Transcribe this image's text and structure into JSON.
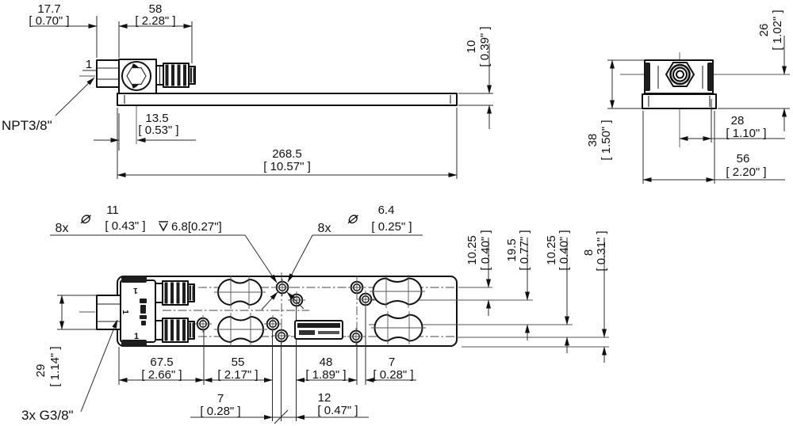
{
  "labels": {
    "npt_port": "NPT3/8\"",
    "g_ports": "3x G3/8\"",
    "port_marker": "1"
  },
  "callouts": {
    "counterbore": {
      "count": "8x",
      "diameter_symbol": "⌀",
      "mm": "11",
      "inch": "[ 0.43\" ]",
      "depth": "6.8[0.27\"]"
    },
    "through_hole": {
      "count": "8x",
      "diameter_symbol": "⌀",
      "mm": "6.4",
      "inch": "[ 0.25\" ]"
    }
  },
  "dims": {
    "d177": {
      "mm": "17.7",
      "inch": "[ 0.70\" ]"
    },
    "d58": {
      "mm": "58",
      "inch": "[ 2.28\" ]"
    },
    "d135": {
      "mm": "13.5",
      "inch": "[ 0.53\" ]"
    },
    "d2685": {
      "mm": "268.5",
      "inch": "[ 10.57\" ]"
    },
    "d10": {
      "mm": "10",
      "inch": "[ 0.39\" ]"
    },
    "d26": {
      "mm": "26",
      "inch": "[ 1.02\" ]"
    },
    "d38": {
      "mm": "38",
      "inch": "[ 1.50\" ]"
    },
    "d28": {
      "mm": "28",
      "inch": "[ 1.10\" ]"
    },
    "d56": {
      "mm": "56",
      "inch": "[ 2.20\" ]"
    },
    "d1025a": {
      "mm": "10.25",
      "inch": "[ 0.40\" ]"
    },
    "d195": {
      "mm": "19.5",
      "inch": "[ 0.77\" ]"
    },
    "d1025b": {
      "mm": "10.25",
      "inch": "[ 0.40\" ]"
    },
    "d8": {
      "mm": "8",
      "inch": "[ 0.31\" ]"
    },
    "d675": {
      "mm": "67.5",
      "inch": "[ 2.66\" ]"
    },
    "d55": {
      "mm": "55",
      "inch": "[ 2.17\" ]"
    },
    "d48": {
      "mm": "48",
      "inch": "[ 1.89\" ]"
    },
    "d7a": {
      "mm": "7",
      "inch": "[ 0.28\" ]"
    },
    "d7b": {
      "mm": "7",
      "inch": "[ 0.28\" ]"
    },
    "d12": {
      "mm": "12",
      "inch": "[ 0.47\" ]"
    },
    "d29": {
      "mm": "29",
      "inch": "[ 1.14\" ]"
    }
  }
}
